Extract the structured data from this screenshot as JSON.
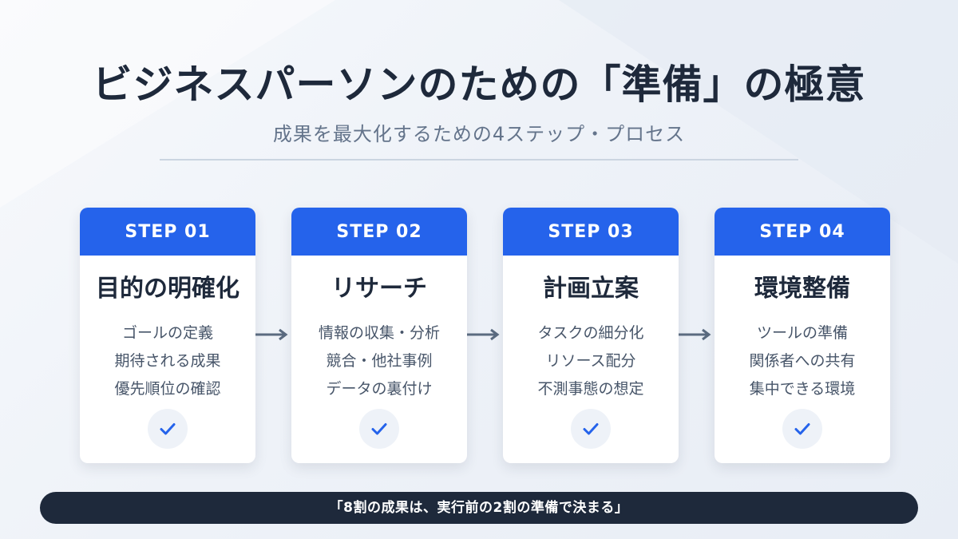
{
  "header": {
    "title": "ビジネスパーソンのための「準備」の極意",
    "subtitle": "成果を最大化するための4ステップ・プロセス"
  },
  "steps": [
    {
      "label": "STEP 01",
      "title": "目的の明確化",
      "items": [
        "ゴールの定義",
        "期待される成果",
        "優先順位の確認"
      ]
    },
    {
      "label": "STEP 02",
      "title": "リサーチ",
      "items": [
        "情報の収集・分析",
        "競合・他社事例",
        "データの裏付け"
      ]
    },
    {
      "label": "STEP 03",
      "title": "計画立案",
      "items": [
        "タスクの細分化",
        "リソース配分",
        "不測事態の想定"
      ]
    },
    {
      "label": "STEP 04",
      "title": "環境整備",
      "items": [
        "ツールの準備",
        "関係者への共有",
        "集中できる環境"
      ]
    }
  ],
  "footer": {
    "quote": "「8割の成果は、実行前の2割の準備で決まる」"
  },
  "colors": {
    "accent": "#2563eb",
    "dark": "#1e293b",
    "muted": "#64748b",
    "arrow": "#5b6b80"
  },
  "icons": {
    "check": "check-icon",
    "arrow": "arrow-right-icon"
  }
}
